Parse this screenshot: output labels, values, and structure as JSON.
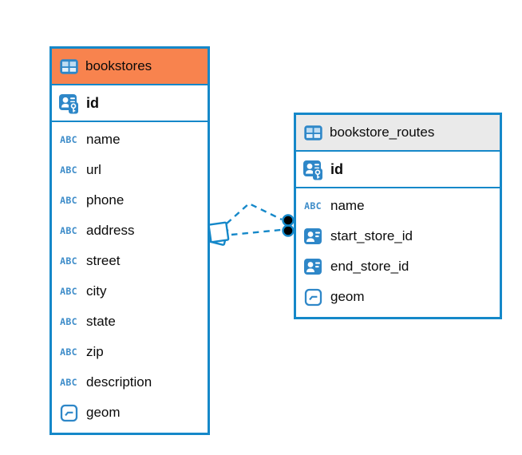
{
  "diagram": {
    "tables": [
      {
        "name": "bookstores",
        "header_icon": "table-icon",
        "header_color": "#F8834E",
        "columns": [
          {
            "name": "id",
            "icon": "primary-key-icon",
            "primary": true
          },
          {
            "name": "name",
            "icon": "text-icon"
          },
          {
            "name": "url",
            "icon": "text-icon"
          },
          {
            "name": "phone",
            "icon": "text-icon"
          },
          {
            "name": "address",
            "icon": "text-icon"
          },
          {
            "name": "street",
            "icon": "text-icon"
          },
          {
            "name": "city",
            "icon": "text-icon"
          },
          {
            "name": "state",
            "icon": "text-icon"
          },
          {
            "name": "zip",
            "icon": "text-icon"
          },
          {
            "name": "description",
            "icon": "text-icon"
          },
          {
            "name": "geom",
            "icon": "geometry-icon"
          }
        ]
      },
      {
        "name": "bookstore_routes",
        "header_icon": "table-icon",
        "header_color": "#EAEAEA",
        "columns": [
          {
            "name": "id",
            "icon": "primary-key-icon",
            "primary": true
          },
          {
            "name": "name",
            "icon": "text-icon"
          },
          {
            "name": "start_store_id",
            "icon": "reference-icon"
          },
          {
            "name": "end_store_id",
            "icon": "reference-icon"
          },
          {
            "name": "geom",
            "icon": "geometry-icon"
          }
        ]
      }
    ],
    "relationships": [
      {
        "from_table": "bookstores",
        "to_table": "bookstore_routes",
        "style": "dashed"
      },
      {
        "from_table": "bookstores",
        "to_table": "bookstore_routes",
        "style": "dashed"
      }
    ],
    "icon_legend": {
      "text-icon": "ABC"
    },
    "colors": {
      "accent_blue": "#1588C9",
      "icon_blue": "#2E87C8",
      "text_icon_blue": "#3D8CC9",
      "bookstores_header": "#F8834E",
      "bookstore_routes_header": "#EAEAEA",
      "endpoint_dot": "#000000"
    }
  }
}
